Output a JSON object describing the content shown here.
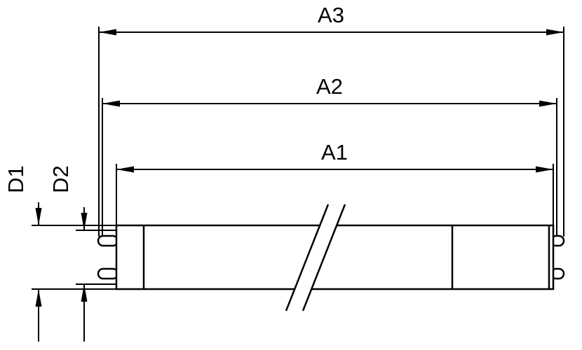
{
  "diagram": {
    "kind": "tube-lamp-dimension-drawing",
    "labels": {
      "a1": "A1",
      "a2": "A2",
      "a3": "A3",
      "d1": "D1",
      "d2": "D2"
    },
    "colors": {
      "line": "#000000",
      "background": "#ffffff"
    }
  }
}
